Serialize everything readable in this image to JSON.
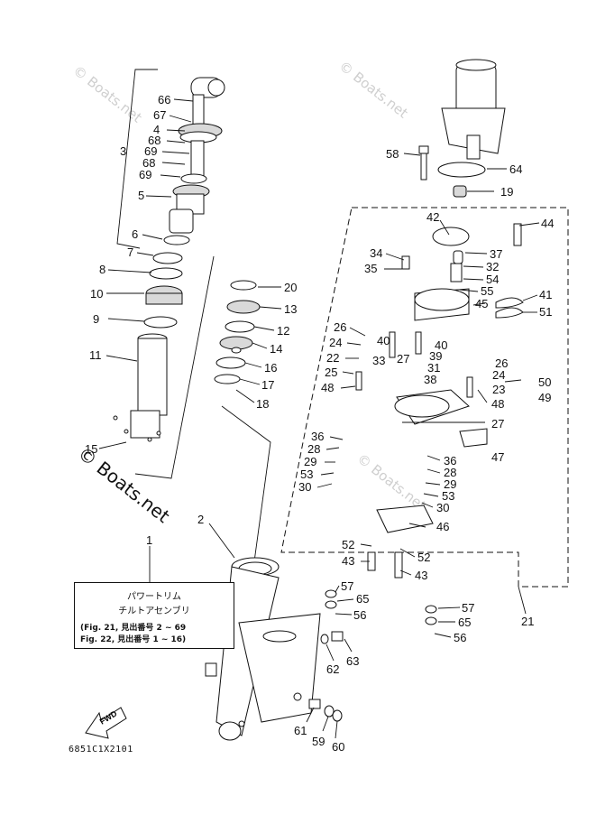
{
  "legend": {
    "title_jp": "パワートリム",
    "subtitle_jp": "チルトアセンブリ",
    "fig21": "(Fig. 21, 見出番号 2 ~ 69",
    "fig22": "Fig. 22, 見出番号 1 ~ 16)"
  },
  "watermarks": [
    "© Boats.net",
    "© Boats.net",
    "© Boats.net",
    "© Boats.net"
  ],
  "fwd_label": "FWD",
  "diagram_code": "6851C1X2101",
  "callouts": [
    "66",
    "67",
    "4",
    "68",
    "69",
    "68",
    "69",
    "3",
    "5",
    "6",
    "7",
    "8",
    "10",
    "9",
    "11",
    "15",
    "20",
    "13",
    "12",
    "14",
    "16",
    "17",
    "18",
    "1",
    "2",
    "58",
    "64",
    "19",
    "44",
    "42",
    "37",
    "34",
    "32",
    "35",
    "54",
    "55",
    "41",
    "45",
    "51",
    "26",
    "24",
    "22",
    "25",
    "48",
    "40",
    "40",
    "27",
    "33",
    "31",
    "39",
    "26",
    "24",
    "23",
    "50",
    "49",
    "38",
    "48",
    "36",
    "28",
    "29",
    "53",
    "30",
    "27",
    "47",
    "36",
    "28",
    "29",
    "53",
    "30",
    "46",
    "52",
    "43",
    "52",
    "43",
    "57",
    "65",
    "56",
    "57",
    "65",
    "56",
    "21",
    "63",
    "62",
    "61",
    "59",
    "60"
  ]
}
